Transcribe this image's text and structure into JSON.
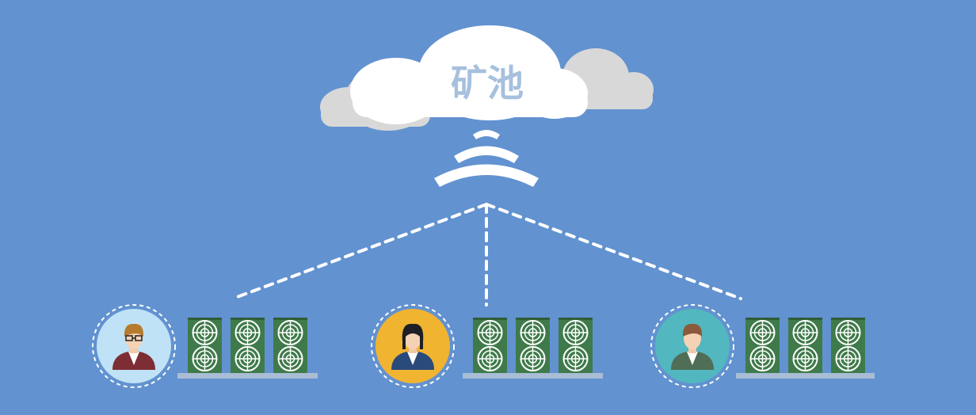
{
  "cloud": {
    "label": "矿池",
    "label_color": "#a6c0dd"
  },
  "colors": {
    "background": "#6292d0",
    "cloud_white": "#ffffff",
    "cloud_gray": "#d8d8d8",
    "signal": "#ffffff",
    "connector": "#ffffff",
    "miner_body": "#3f7a4a",
    "miner_face": "#ffffff",
    "shelf": "#a9bdd4"
  },
  "users": [
    {
      "name": "user-glasses",
      "avatar_bg": "#bfe2f6",
      "suit": "#7d2e34",
      "hair": "#b77b2d",
      "icon": "man-with-glasses-icon"
    },
    {
      "name": "user-woman",
      "avatar_bg": "#f0b431",
      "suit": "#2b4a7c",
      "hair": "#1e1e24",
      "icon": "woman-icon"
    },
    {
      "name": "user-man",
      "avatar_bg": "#52b7bf",
      "suit": "#4f6e55",
      "hair": "#8b5a3a",
      "icon": "man-icon"
    }
  ],
  "miners_per_user": 3
}
